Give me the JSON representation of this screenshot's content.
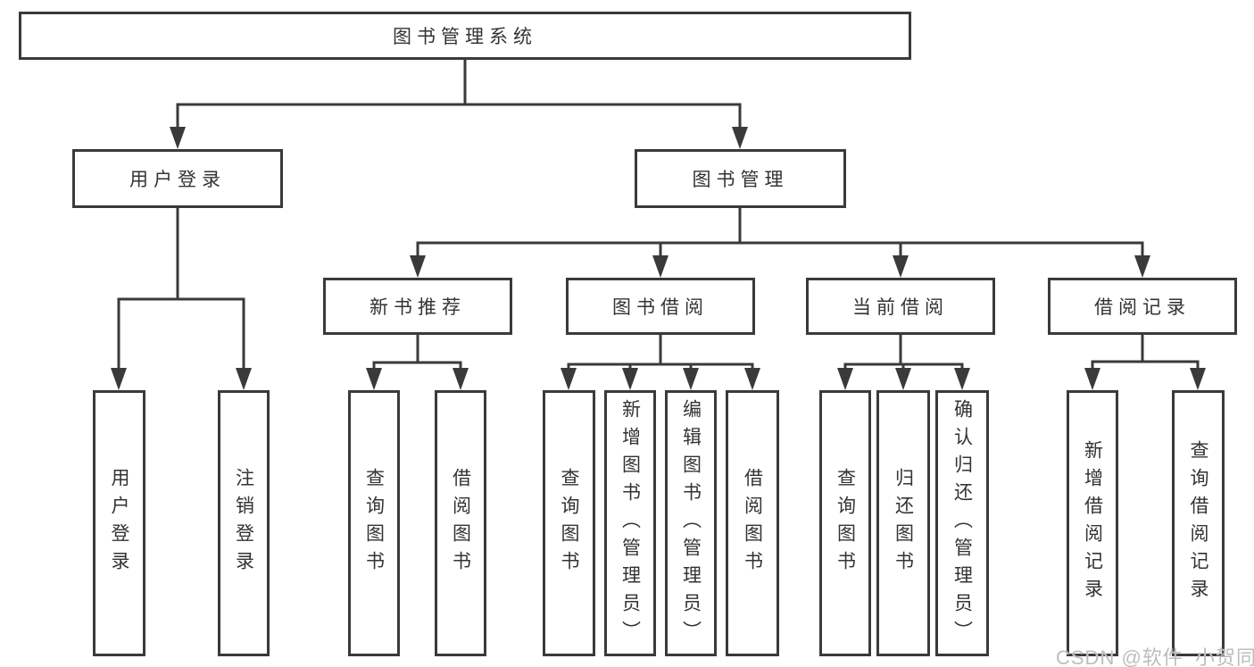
{
  "diagram": {
    "title_node": {
      "label": "图书管理系统"
    },
    "level2": [
      {
        "label": "用户登录"
      },
      {
        "label": "图书管理"
      }
    ],
    "level3": [
      {
        "label": "新书推荐"
      },
      {
        "label": "图书借阅"
      },
      {
        "label": "当前借阅"
      },
      {
        "label": "借阅记录"
      }
    ],
    "leaves": {
      "user_login": [
        {
          "label": "用户登录"
        },
        {
          "label": "注销登录"
        }
      ],
      "new_book_rec": [
        {
          "label": "查询图书"
        },
        {
          "label": "借阅图书"
        }
      ],
      "book_borrow": [
        {
          "label": "查询图书"
        },
        {
          "label": "新增图书（管理员）"
        },
        {
          "label": "编辑图书（管理员）"
        },
        {
          "label": "借阅图书"
        }
      ],
      "current_borrow": [
        {
          "label": "查询图书"
        },
        {
          "label": "归还图书"
        },
        {
          "label": "确认归还（管理员）"
        }
      ],
      "borrow_records": [
        {
          "label": "新增借阅记录"
        },
        {
          "label": "查询借阅记录"
        }
      ]
    }
  },
  "watermark": {
    "text": "CSDN @软件_小贺同学"
  },
  "colors": {
    "line": "#3a3a3a",
    "text": "#333333",
    "watermark": "#bdbdbd",
    "background": "#ffffff"
  }
}
